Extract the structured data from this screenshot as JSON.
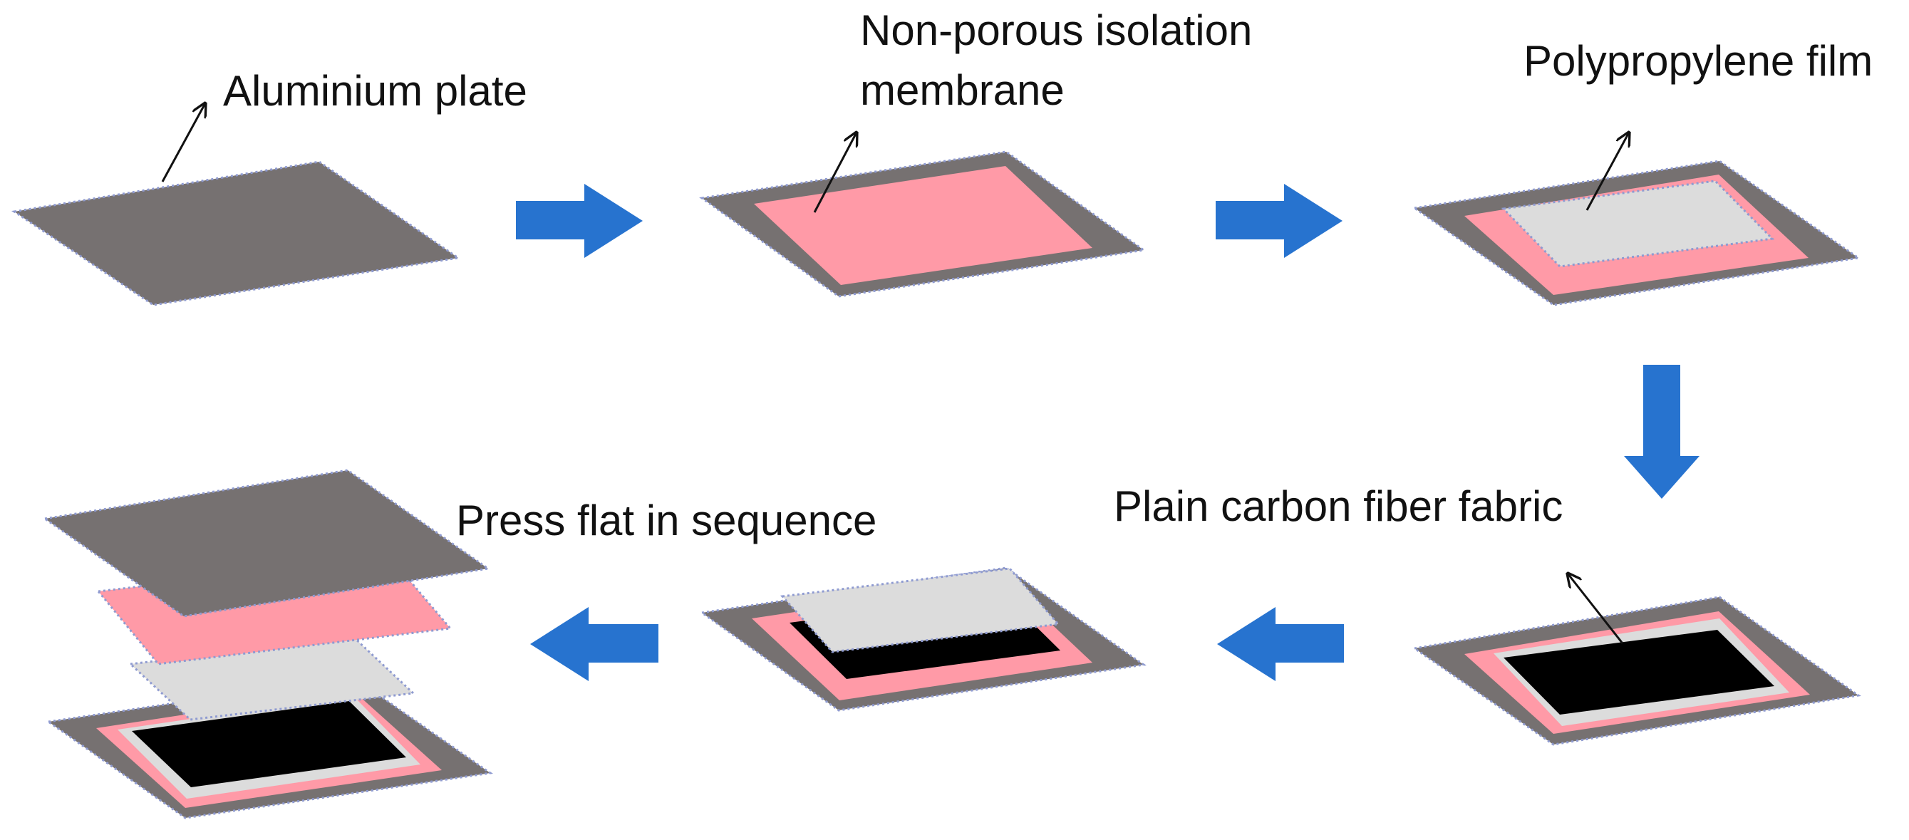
{
  "labels": {
    "aluminium_plate": "Aluminium plate",
    "membrane_line1": "Non-porous isolation",
    "membrane_line2": "membrane",
    "polypropylene_film": "Polypropylene film",
    "carbon_fabric": "Plain carbon fiber fabric",
    "press_flat": "Press flat in sequence"
  },
  "colors": {
    "aluminium": "#767171",
    "membrane": "#ff9aa7",
    "polypropylene": "#dcdcdc",
    "carbon_fabric": "#000000",
    "process_arrow": "#2773cf",
    "pointer": "#111111"
  },
  "icons": {
    "process_arrow": "thick-block-arrow",
    "pointer": "thin-line-arrow"
  }
}
